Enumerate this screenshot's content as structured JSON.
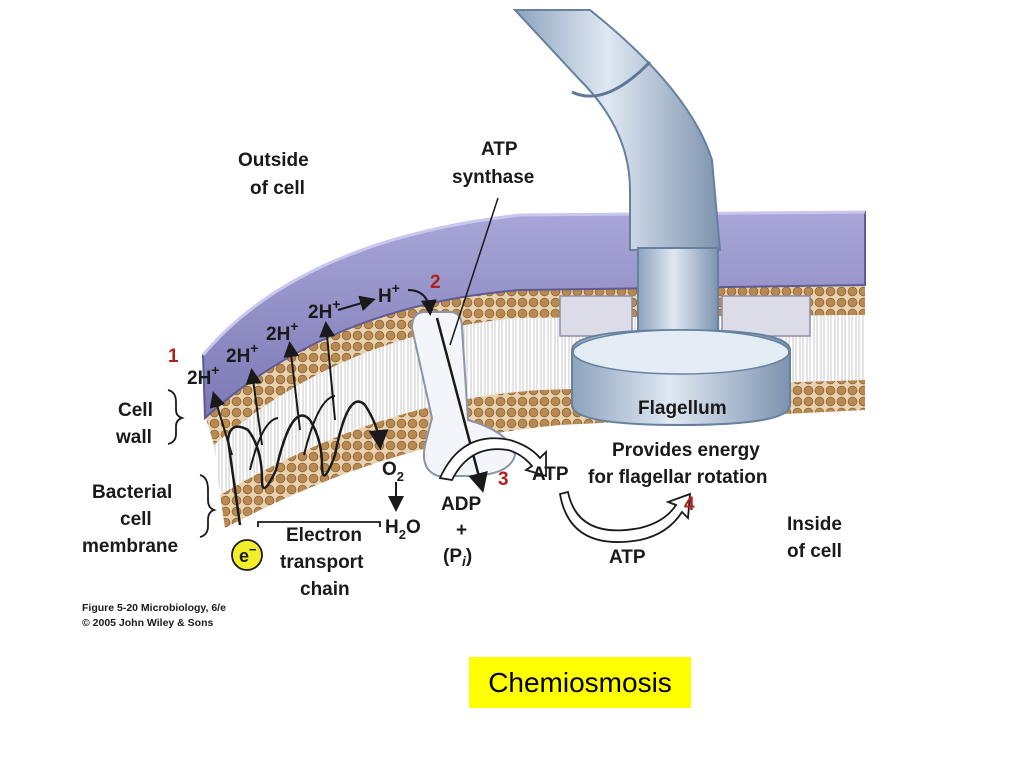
{
  "labels": {
    "outside_line1": "Outside",
    "outside_line2": "of cell",
    "atp_synthase_line1": "ATP",
    "atp_synthase_line2": "synthase",
    "cell_wall_line1": "Cell",
    "cell_wall_line2": "wall",
    "membrane_line1": "Bacterial",
    "membrane_line2": "cell",
    "membrane_line3": "membrane",
    "etc_line1": "Electron",
    "etc_line2": "transport",
    "etc_line3": "chain",
    "flagellum": "Flagellum",
    "provides_line1": "Provides energy",
    "provides_line2": "for flagellar rotation",
    "inside_line1": "Inside",
    "inside_line2": "of cell",
    "h_plus": "H",
    "two_h": "2H",
    "plus": "+",
    "o2": "O",
    "o2_sub": "2",
    "h2o_h": "H",
    "h2o_sub": "2",
    "h2o_o": "O",
    "adp": "ADP",
    "adp_plus": "+",
    "pi_open": "(P",
    "pi_i": "i",
    "pi_close": ")",
    "atp_right": "ATP",
    "atp_bottom": "ATP",
    "electron": "e",
    "electron_sup": "−"
  },
  "steps": {
    "step1": "1",
    "step2": "2",
    "step3": "3",
    "step4": "4"
  },
  "credit": {
    "line1": "Figure 5-20 Microbiology, 6/e",
    "line2": "© 2005 John Wiley & Sons"
  },
  "caption": "Chemiosmosis",
  "colors": {
    "cell_wall": "#8f8cc4",
    "membrane_heads": "#b88a52",
    "flagellum": "#b8c8dc",
    "step_numbers": "#b0201e",
    "caption_bg": "#ffff00"
  }
}
